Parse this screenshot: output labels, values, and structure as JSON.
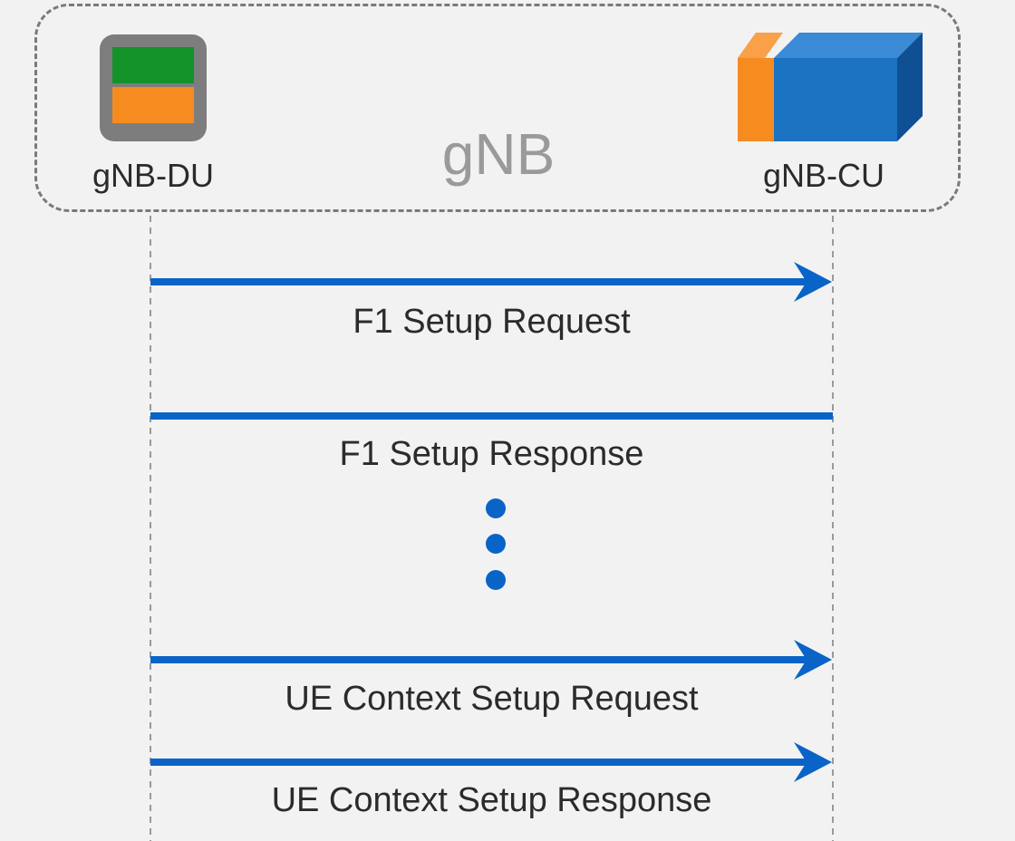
{
  "group": {
    "label": "gNB"
  },
  "nodes": {
    "du": {
      "label": "gNB-DU",
      "icon": "du-module-icon"
    },
    "cu": {
      "label": "gNB-CU",
      "icon": "cu-block-icon"
    }
  },
  "messages": [
    {
      "label": "F1 Setup Request",
      "from": "gNB-DU",
      "to": "gNB-CU",
      "arrowhead": true
    },
    {
      "label": "F1 Setup Response",
      "from": "gNB-CU",
      "to": "gNB-DU",
      "arrowhead": false
    },
    {
      "label": "UE Context Setup Request",
      "from": "gNB-DU",
      "to": "gNB-CU",
      "arrowhead": true
    },
    {
      "label": "UE Context Setup Response",
      "from": "gNB-DU",
      "to": "gNB-CU",
      "arrowhead": true
    }
  ],
  "colors": {
    "arrow": "#0a64c8",
    "du_green": "#14922a",
    "du_orange": "#f68b1f",
    "cu_blue": "#1b73c2",
    "cu_orange": "#f68b1f",
    "frame": "#7a7a7a"
  }
}
